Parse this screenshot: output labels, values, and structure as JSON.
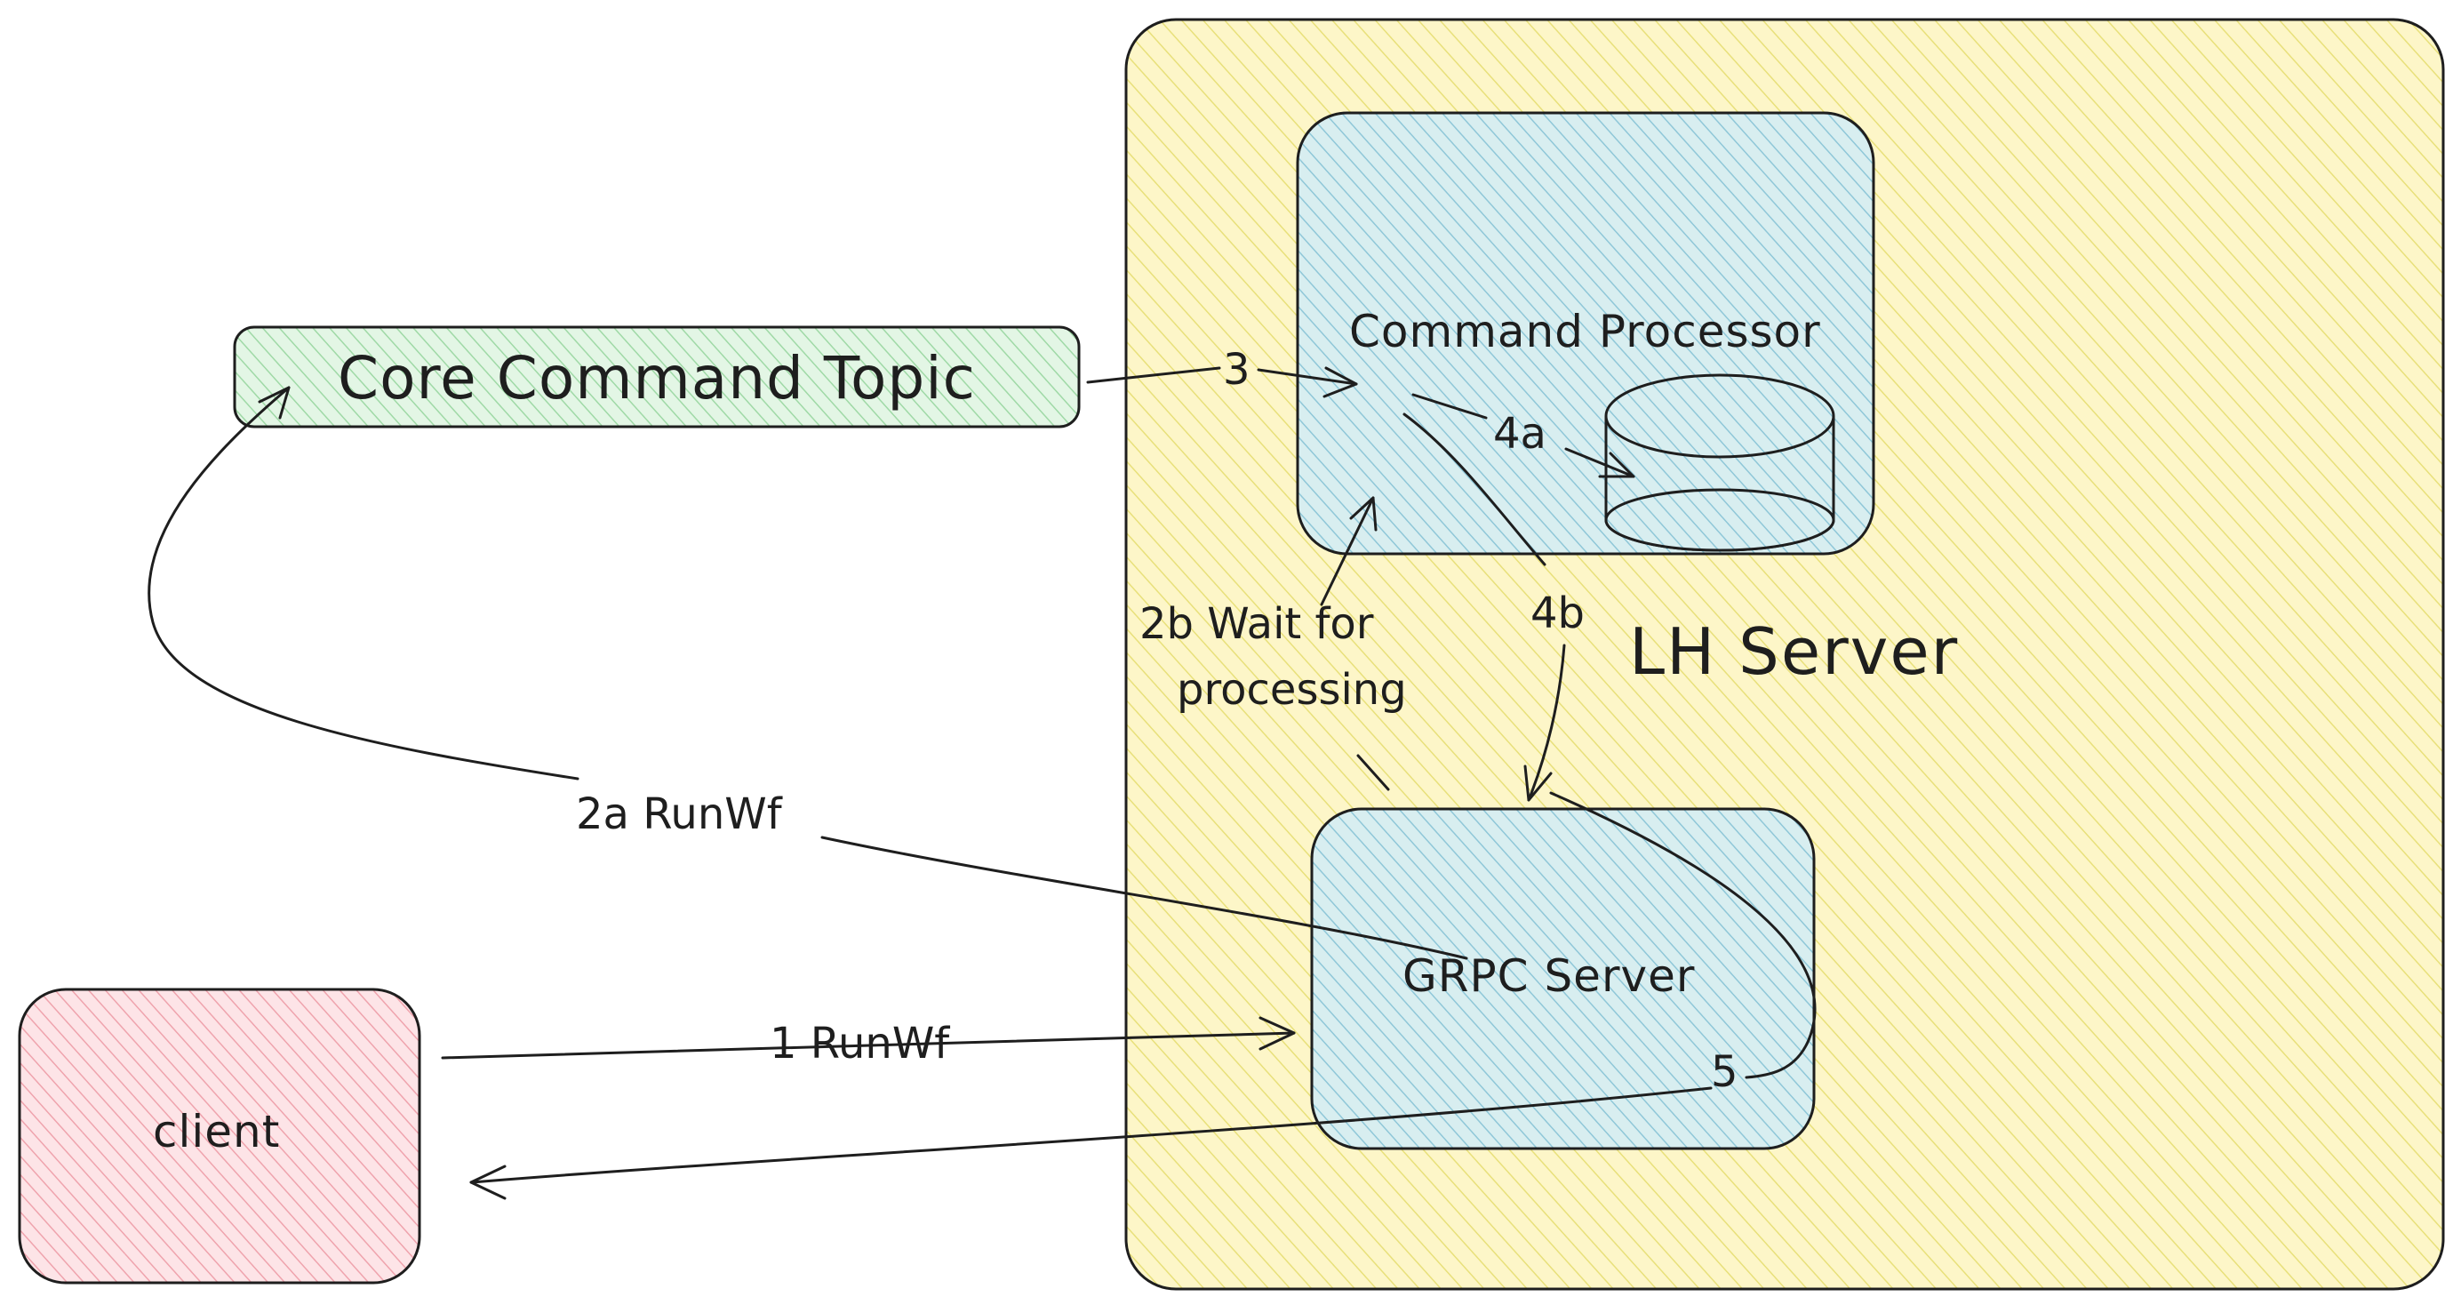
{
  "colors": {
    "server_fill": "#fdf6c8",
    "server_hatch": "#e8e07a",
    "processor_fill": "#d8eef0",
    "processor_hatch": "#8fc7d8",
    "topic_fill": "#e3f6e5",
    "topic_hatch": "#9fd9a6",
    "client_fill": "#fde4e7",
    "client_hatch": "#efa3ad",
    "stroke": "#1e1e1e"
  },
  "nodes": {
    "lh_server": {
      "label": "LH Server"
    },
    "command_processor": {
      "label": "Command Processor"
    },
    "core_command_topic": {
      "label": "Core Command Topic"
    },
    "grpc_server": {
      "label": "GRPC Server"
    },
    "client": {
      "label": "client"
    }
  },
  "edges": {
    "e1": {
      "label": "1 RunWf"
    },
    "e2a": {
      "label": "2a RunWf"
    },
    "e2b": {
      "line1": "2b Wait for",
      "line2": "processing"
    },
    "e3": {
      "label": "3"
    },
    "e4a": {
      "label": "4a"
    },
    "e4b": {
      "label": "4b"
    },
    "e5": {
      "label": "5"
    }
  }
}
